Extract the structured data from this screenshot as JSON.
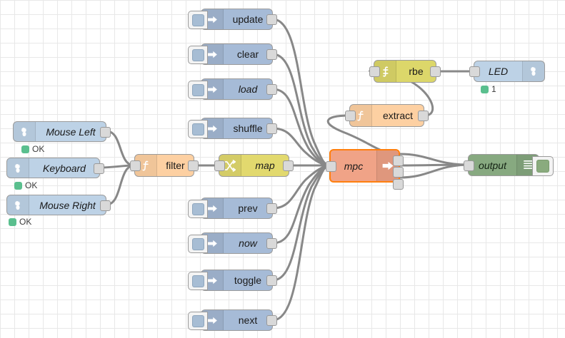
{
  "editor": {
    "name": "node-red-flow-canvas",
    "grid_color": "#e8e8e8",
    "background": "#ffffff",
    "wire_color": "#888888"
  },
  "palette": {
    "rpi_node": "#bdd2e6",
    "inject_node": "#a6bbd7",
    "function_node": "#fdd0a2",
    "switch_node": "#e2d96e",
    "rbe_node": "#dcd76a",
    "mpc_node": "#f0a387",
    "debug_node": "#87a980",
    "selected_border": "#ff7f0e",
    "status_green": "#5abf8e",
    "port_fill": "#d9d9d9"
  },
  "nodes": {
    "mouse_left": {
      "label": "Mouse Left",
      "icon": "raspberry-pi-icon",
      "status": "OK"
    },
    "keyboard": {
      "label": "Keyboard",
      "icon": "raspberry-pi-icon",
      "status": "OK"
    },
    "mouse_right": {
      "label": "Mouse Right",
      "icon": "raspberry-pi-icon",
      "status": "OK"
    },
    "filter": {
      "label": "filter",
      "icon": "function-icon"
    },
    "map": {
      "label": "map",
      "icon": "switch-icon"
    },
    "update": {
      "label": "update",
      "icon": "inject-arrow-icon"
    },
    "clear": {
      "label": "clear",
      "icon": "inject-arrow-icon"
    },
    "load": {
      "label": "load",
      "icon": "inject-arrow-icon"
    },
    "shuffle": {
      "label": "shuffle",
      "icon": "inject-arrow-icon"
    },
    "prev": {
      "label": "prev",
      "icon": "inject-arrow-icon"
    },
    "now": {
      "label": "now",
      "icon": "inject-arrow-icon"
    },
    "toggle": {
      "label": "toggle",
      "icon": "inject-arrow-icon"
    },
    "next": {
      "label": "next",
      "icon": "inject-arrow-icon"
    },
    "mpc": {
      "label": "mpc",
      "icon": "output-arrow-icon",
      "outputs": 3,
      "selected": true
    },
    "extract": {
      "label": "extract",
      "icon": "function-icon"
    },
    "rbe": {
      "label": "rbe",
      "icon": "rbe-filter-icon"
    },
    "led": {
      "label": "LED",
      "icon": "raspberry-pi-icon",
      "status": "1"
    },
    "output": {
      "label": "output",
      "icon": "debug-lines-icon"
    }
  }
}
